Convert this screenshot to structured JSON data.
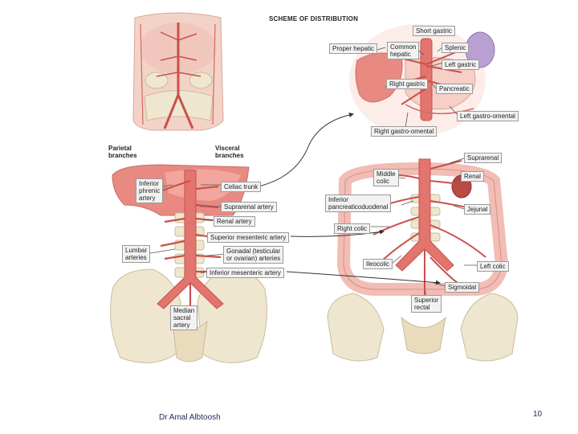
{
  "diagram": {
    "title": "SCHEME OF DISTRIBUTION",
    "headers": {
      "parietal": "Parietal\nbranches",
      "visceral": "Visceral\nbranches"
    },
    "left_labels": {
      "inferior_phrenic": "Inferior\nphrenic\nartery",
      "lumbar": "Lumbar\narteries",
      "median_sacral": "Median\nsacral\nartery",
      "celiac": "Celiac trunk",
      "suprarenal": "Suprarenal artery",
      "renal": "Renal artery",
      "superior_mesenteric": "Superior mesenteric artery",
      "gonadal": "Gonadal (testicular\nor ovarian) arteries",
      "inferior_mesenteric": "Inferior mesenteric artery"
    },
    "celiac_labels": {
      "proper_hepatic": "Proper hepatic",
      "common_hepatic": "Common\nhepatic",
      "short_gastric": "Short gastric",
      "splenic": "Splenic",
      "left_gastric": "Left gastric",
      "right_gastric": "Right gastric",
      "pancreatic": "Pancreatic",
      "left_gastro_omental": "Left gastro-omental",
      "right_gastro_omental": "Right gastro-omental"
    },
    "mesenteric_labels": {
      "suprarenal": "Suprarenal",
      "middle_colic": "Middle\ncolic",
      "renal": "Renal",
      "inferior_pancreaticoduodenal": "Inferior\npancreaticoduodenal",
      "jejunal": "Jejunal",
      "right_colic": "Right colic",
      "ileocolic": "Ileocolic",
      "left_colic": "Left colic",
      "sigmoidal": "Sigmoidal",
      "superior_rectal": "Superior\nrectal"
    }
  },
  "footer": {
    "author": "Dr Amal Albtoosh",
    "page_number": "10"
  },
  "colors": {
    "artery": "#e2756d",
    "artery_dark": "#c9504a",
    "bone": "#efe6cf",
    "liver": "#e98a82",
    "spleen": "#b9a0d2",
    "gut": "#f0b6ad",
    "kidney": "#b94a45",
    "body": "#f3d3c8"
  }
}
